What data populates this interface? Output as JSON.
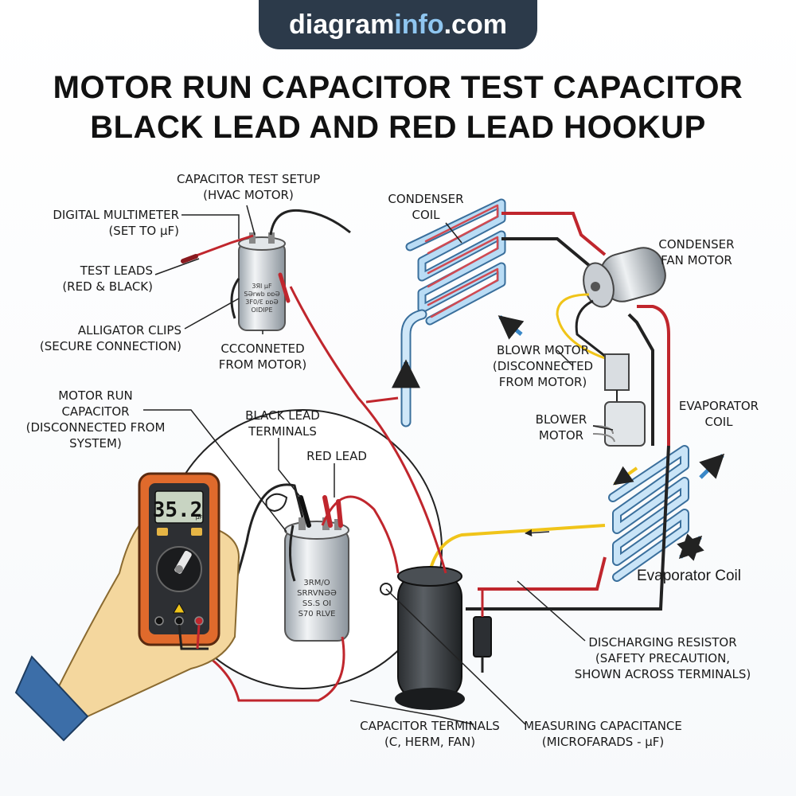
{
  "banner": {
    "part1": "diagram",
    "part2": "info",
    "part3": ".com"
  },
  "title": {
    "line1": "MOTOR RUN CAPACITOR TEST CAPACITOR",
    "line2": "BLACK LEAD AND RED LEAD HOOKUP"
  },
  "labels": {
    "capacitor_test_setup": [
      "CAPACITOR TEST SETUP",
      "(HVAC MOTOR)"
    ],
    "digital_multimeter": [
      "DIGITAL MULTIMETER",
      "(SET TO μF)"
    ],
    "test_leads": [
      "TEST LEADS",
      "(RED & BLACK)"
    ],
    "alligator_clips": [
      "ALLIGATOR CLIPS",
      "(SECURE CONNECTION)"
    ],
    "disconnected_from_motor": [
      "CCCONNETED",
      "FROM MOTOR)"
    ],
    "motor_run_capacitor": [
      "MOTOR RUN",
      "CAPACITOR",
      "(DISCONNECTED FROM",
      "SYSTEM)"
    ],
    "black_lead_terminals": [
      "BLACK LEAD",
      "TERMINALS"
    ],
    "red_lead": "RED LEAD",
    "condenser_coil": [
      "CONDENSER",
      "COIL"
    ],
    "condenser_fan_motor": [
      "CONDENSER",
      "FAN MOTOR"
    ],
    "blowr_motor": [
      "BLOWR MOTOR",
      "(DISCONNECTED",
      "FROM MOTOR)"
    ],
    "blower_motor": [
      "BLOWER",
      "MOTOR"
    ],
    "evaporator_coil_caps": [
      "EVAPORATOR",
      "COIL"
    ],
    "evaporator_coil": "Evaporator Coil",
    "discharging_resistor": [
      "DISCHARGING RESISTOR",
      "(SAFETY PRECAUTION,",
      "SHOWN ACROSS TERMINALS)"
    ],
    "capacitor_terminals": [
      "CAPACITOR TERMINALS",
      "(C, HERM, FAN)"
    ],
    "measuring_capacitance": [
      "MEASURING CAPACITANCE",
      "(MICROFARADS - μF)"
    ]
  },
  "meter": {
    "reading": "35.2",
    "unit": "μF"
  },
  "small_capacitor_text": [
    "3ЯI µF",
    "SƏrwb ɒɒƏ",
    "3F0/Ɛ ɒɒƏ",
    "OIDIPE"
  ],
  "large_capacitor_text": [
    "3RM/O",
    "SRRVNƏƏ",
    "SS.S OI",
    "S70 RLVE"
  ],
  "colors": {
    "red_wire": "#c0262d",
    "blue_tube": "#8cc0e6",
    "black_wire": "#222222",
    "yellow_wire": "#f0c419",
    "banner": "#2c3a4a",
    "meter_body": "#e06a2c",
    "arrow_blue": "#3a88c8"
  }
}
